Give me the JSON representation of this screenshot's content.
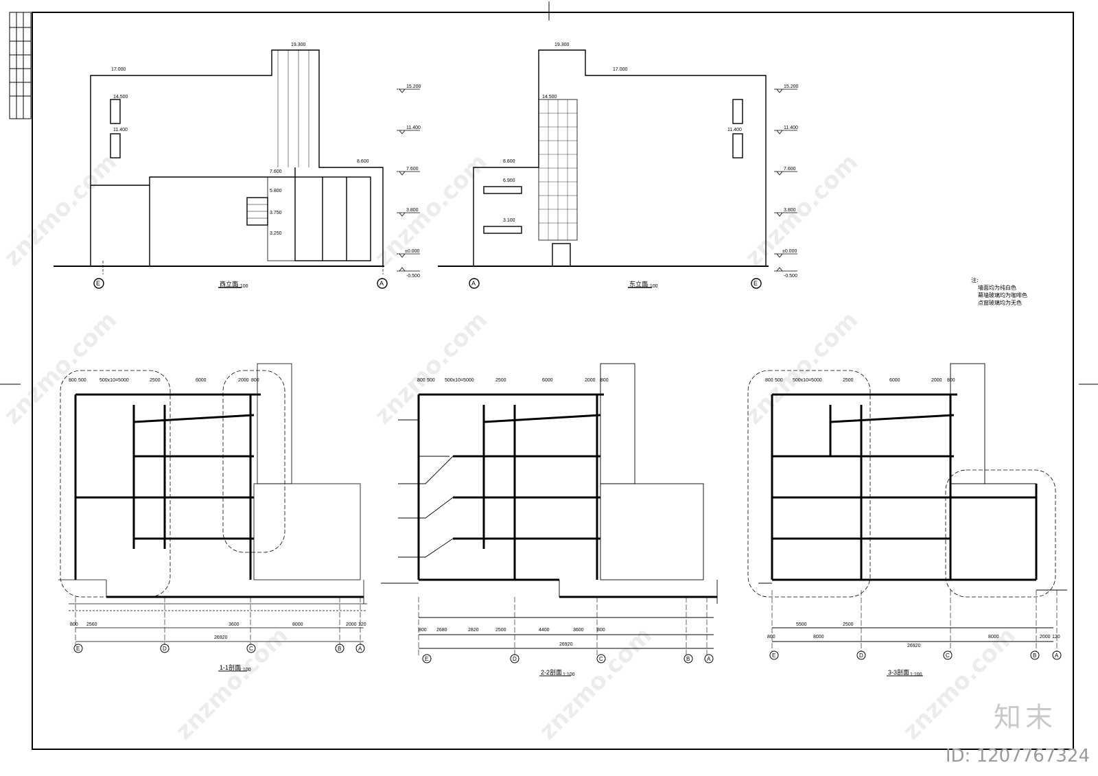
{
  "views": {
    "west_elevation": {
      "title": "西立面",
      "scale": "1:100",
      "axis_left": "E",
      "axis_right": "A",
      "levels": [
        "19.300",
        "17.000",
        "14.500",
        "11.400",
        "8.600",
        "7.600",
        "5.800",
        "3.750",
        "3.250",
        "±0.000",
        "-0.500"
      ]
    },
    "east_elevation": {
      "title": "东立面",
      "scale": "1:100",
      "axis_left": "A",
      "axis_right": "E",
      "levels": [
        "19.300",
        "17.000",
        "14.500",
        "11.400",
        "8.600",
        "6.900",
        "3.100",
        "±0.000",
        "-0.500"
      ]
    },
    "section_1": {
      "title": "1-1剖面",
      "scale": "1:100",
      "axes": [
        "E",
        "D",
        "C",
        "B",
        "A"
      ],
      "dims_top": [
        "800",
        "500",
        "500x10=5000",
        "2500",
        "6000",
        "2000",
        "800"
      ],
      "dims_bottom": [
        "800",
        "2560",
        "3600",
        "8000",
        "2000",
        "120"
      ],
      "total": "26920"
    },
    "section_2": {
      "title": "2-2剖面",
      "scale": "1:100",
      "axes": [
        "E",
        "D",
        "C",
        "B",
        "A"
      ],
      "dims_top": [
        "800",
        "500",
        "500x10=5000",
        "2500",
        "6000",
        "2000",
        "800"
      ],
      "dims_bottom": [
        "800",
        "2680",
        "2820",
        "2500",
        "4400",
        "3600",
        "800"
      ],
      "total": "26920"
    },
    "section_3": {
      "title": "3-3剖面",
      "scale": "1:100",
      "axes": [
        "E",
        "D",
        "C",
        "B",
        "A"
      ],
      "dims_top": [
        "800",
        "500",
        "500x10=5000",
        "2500",
        "6000",
        "2000",
        "800"
      ],
      "dims_bottom": [
        "800",
        "5500",
        "2500",
        "8000",
        "8000",
        "2000",
        "120"
      ],
      "total": "26920"
    }
  },
  "level_marks": [
    "15.200",
    "11.400",
    "7.600",
    "3.800",
    "±0.000",
    "-0.500"
  ],
  "note": {
    "title": "注:",
    "lines": [
      "墙面均为纯白色",
      "幕墙玻璃均为咖啡色",
      "点窗玻璃均为无色"
    ]
  },
  "watermark": "znzmo.com",
  "brand": {
    "name": "知末",
    "id": "ID: 1207767324"
  }
}
